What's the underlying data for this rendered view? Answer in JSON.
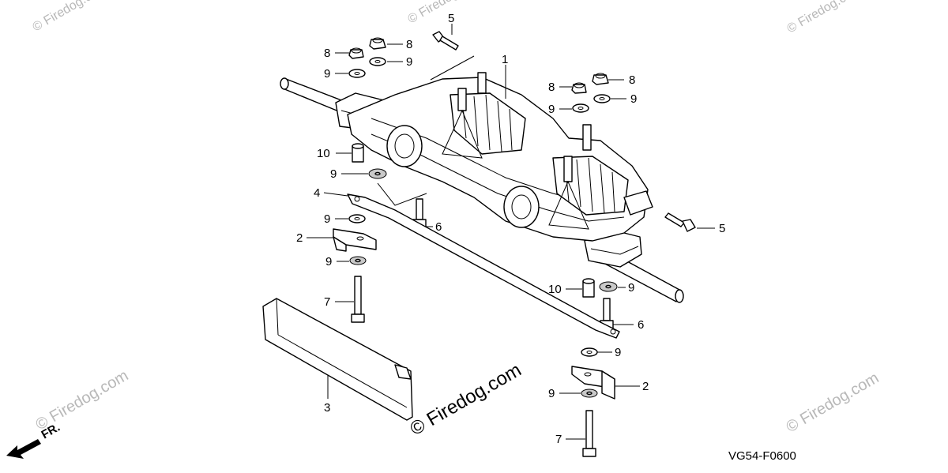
{
  "diagram": {
    "code": "VG54-F0600",
    "direction_marker": "FR.",
    "watermark_main": "© Firedog.com",
    "watermark_corner": "© Firedog.com",
    "callouts": [
      "5",
      "8",
      "8",
      "9",
      "9",
      "1",
      "8",
      "8",
      "9",
      "9",
      "10",
      "9",
      "4",
      "6",
      "9",
      "2",
      "9",
      "5",
      "10",
      "9",
      "7",
      "6",
      "3",
      "9",
      "2",
      "9",
      "7"
    ]
  }
}
